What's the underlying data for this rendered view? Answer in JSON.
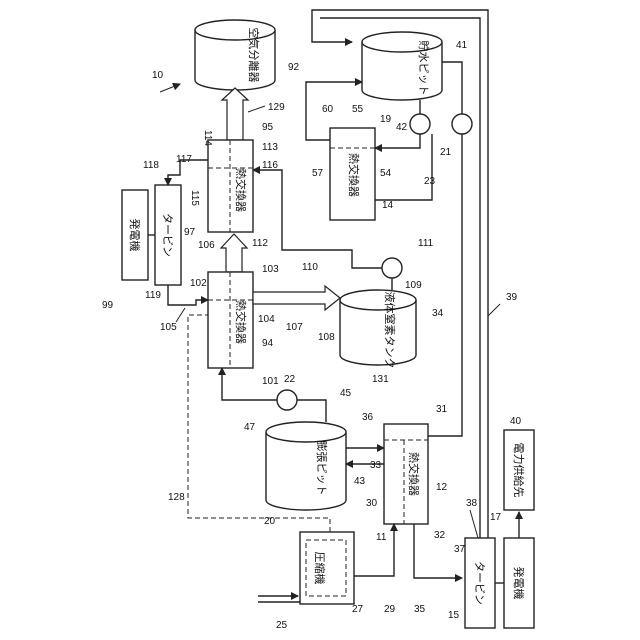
{
  "figure": {
    "figure_number": "10",
    "components": {
      "air_separator": {
        "label": "空気分離器",
        "ref": "92"
      },
      "water_pit": {
        "label": "貯水ピット",
        "ref": "41"
      },
      "expansion_pit": {
        "label": "膨張ピット",
        "ref": "20"
      },
      "lin_tank": {
        "label": "液体窒素タンク",
        "ref": "131"
      },
      "hx_95": {
        "label": "熱交換器",
        "ref": "95"
      },
      "hx_94": {
        "label": "熱交換器",
        "ref": "94"
      },
      "hx_14": {
        "label": "熱交換器",
        "ref": "14"
      },
      "hx_12": {
        "label": "熱交換器",
        "ref": "12"
      },
      "turbine_97": {
        "label": "タービン",
        "ref": "97"
      },
      "turbine_15": {
        "label": "タービン",
        "ref": "15"
      },
      "generator_99": {
        "label": "発電機",
        "ref": "99"
      },
      "generator_17": {
        "label": "発電機",
        "ref": "17"
      },
      "compressor": {
        "label": "圧縮機",
        "ref": "11"
      },
      "power_dest": {
        "label": "電力供給先",
        "ref": "40"
      }
    },
    "refs": {
      "r129": "129",
      "r114": "114",
      "r113": "113",
      "r115": "115",
      "r117": "117",
      "r118": "118",
      "r116": "116",
      "r112": "112",
      "r106": "106",
      "r103": "103",
      "r102": "102",
      "r104": "104",
      "r107": "107",
      "r105": "105",
      "r119": "119",
      "r101": "101",
      "r110": "110",
      "r111": "111",
      "r109": "109",
      "r108": "108",
      "r34": "34",
      "r39": "39",
      "r22": "22",
      "r47": "47",
      "r45": "45",
      "r36": "36",
      "r31": "31",
      "r33": "33",
      "r43": "43",
      "r128": "128",
      "r30": "30",
      "r32": "32",
      "r38": "38",
      "r37": "37",
      "r27": "27",
      "r29": "29",
      "r35": "35",
      "r25": "25",
      "r60": "60",
      "r55": "55",
      "r19": "19",
      "r42": "42",
      "r57": "57",
      "r54": "54",
      "r23": "23",
      "r21": "21"
    }
  }
}
